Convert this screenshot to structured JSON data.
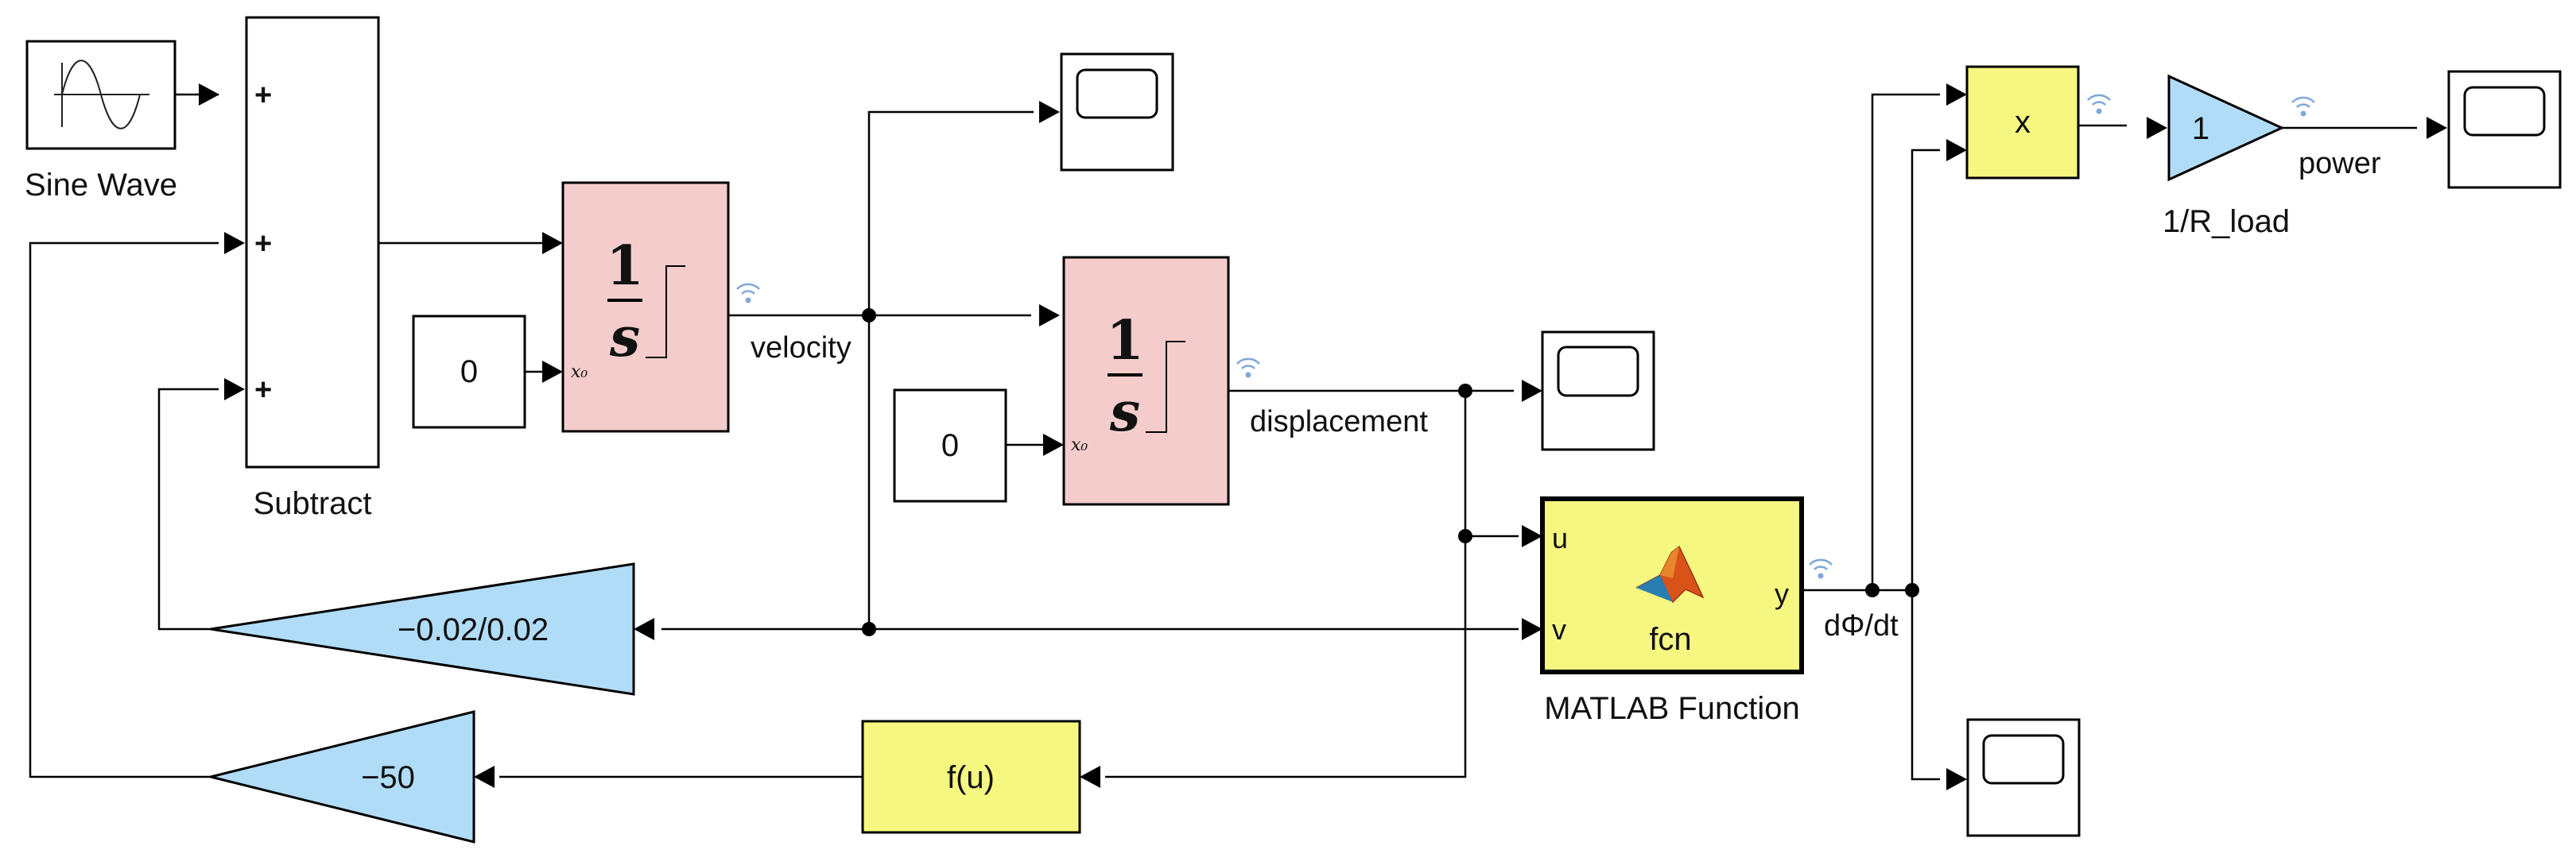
{
  "colors": {
    "integrator_fill": "#f4cccc",
    "gain_fill": "#b0dcf7",
    "function_fill": "#f6f780",
    "block_fill": "#ffffff",
    "line": "#000000",
    "signal_icon": "#7fa8d9"
  },
  "blocks": {
    "sine_wave": {
      "label": "Sine Wave"
    },
    "subtract": {
      "label": "Subtract",
      "ports": [
        "+",
        "+",
        "+"
      ]
    },
    "integrator1": {
      "numerator": "1",
      "denominator": "s",
      "ic_port": "x₀"
    },
    "integrator2": {
      "numerator": "1",
      "denominator": "s",
      "ic_port": "x₀"
    },
    "const1": {
      "value": "0"
    },
    "const2": {
      "value": "0"
    },
    "gain_damping": {
      "value": "−0.02/0.02"
    },
    "gain_stiffness": {
      "value": "−50"
    },
    "fcn_block": {
      "text": "f(u)"
    },
    "matlab_function": {
      "label": "MATLAB Function",
      "name": "fcn",
      "in1": "u",
      "in2": "v",
      "out": "y"
    },
    "product": {
      "text": "x"
    },
    "gain_load": {
      "value": "1",
      "label": "1/R_load"
    }
  },
  "signals": {
    "velocity": "velocity",
    "displacement": "displacement",
    "dphi_dt": "dΦ/dt",
    "power": "power"
  }
}
